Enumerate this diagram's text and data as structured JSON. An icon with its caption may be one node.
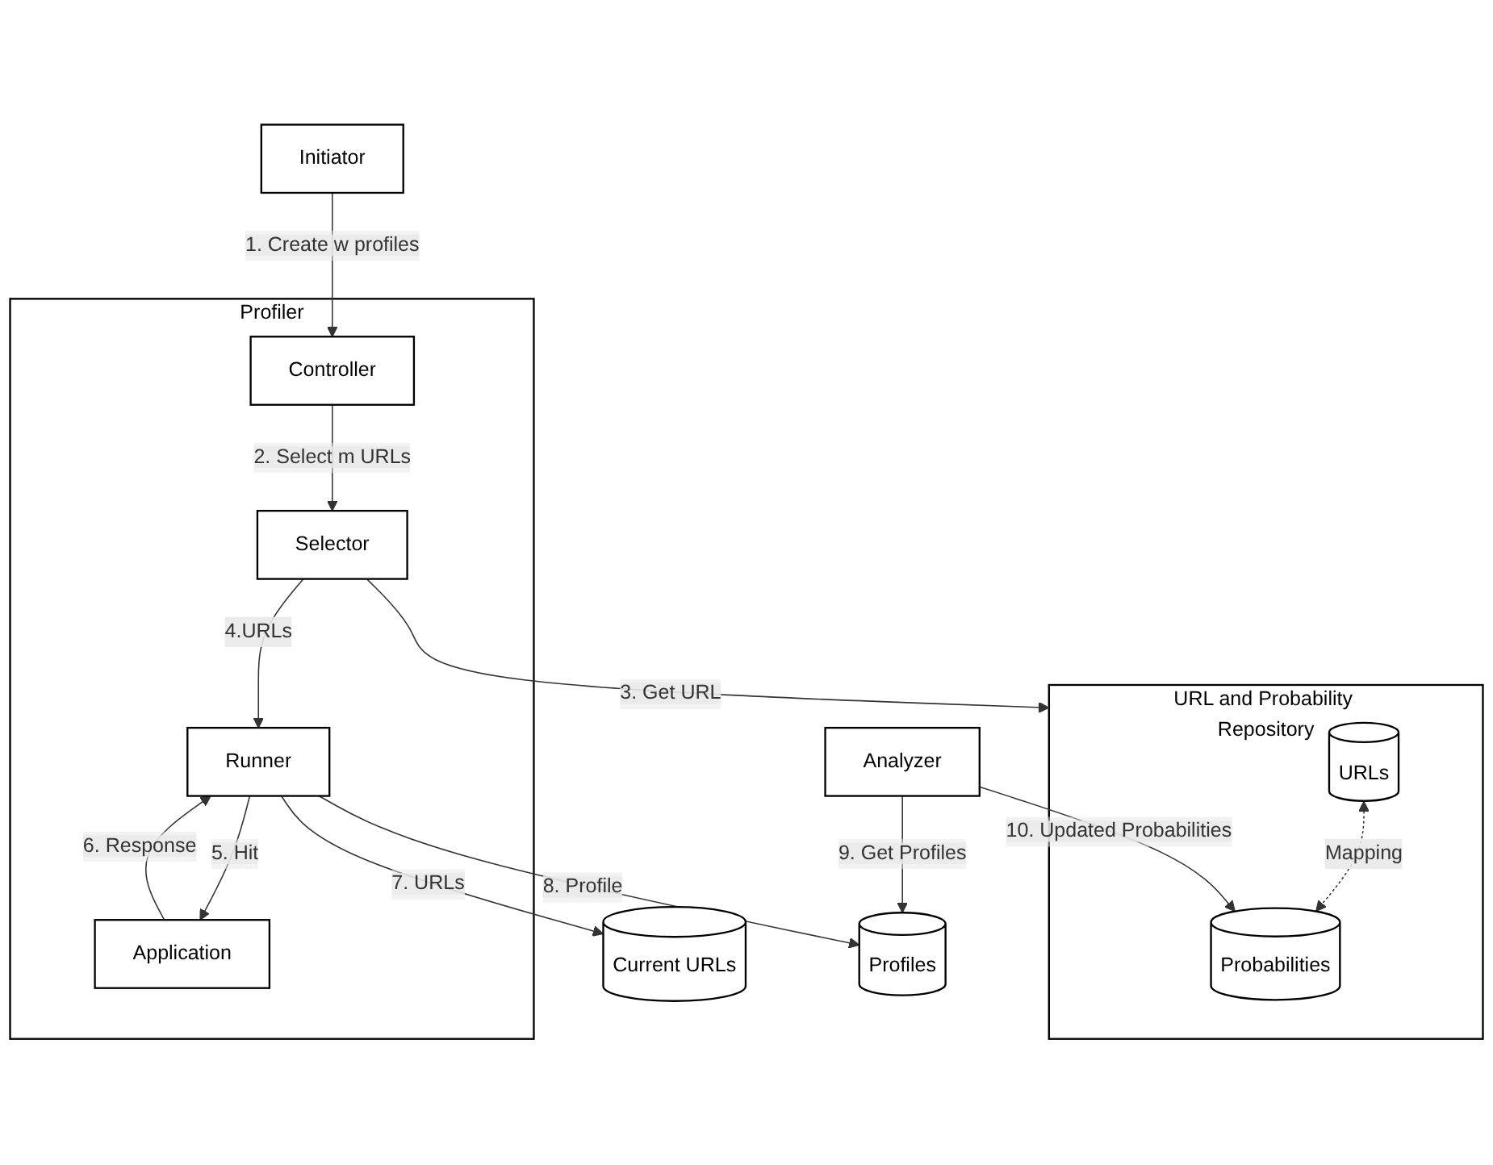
{
  "diagram": {
    "nodes": [
      {
        "text": [
          "URL and Probability Repository"
        ]
      },
      {
        "text": [
          "URLs"
        ],
        "in": 0
      },
      {
        "text": [
          "Probabilities"
        ],
        "in": 0
      },
      {
        "text": [
          "Analyzer"
        ]
      },
      {
        "text": [
          "Profiler"
        ]
      },
      {
        "text": [
          "Initiator"
        ]
      },
      {
        "text": [
          "Controller"
        ],
        "in": 4
      },
      {
        "text": [
          "Selector"
        ],
        "in": 4
      },
      {
        "text": [
          "Current URLs"
        ]
      },
      {
        "text": [
          "Application"
        ],
        "in": 4
      },
      {
        "text": [
          "Runner"
        ],
        "in": 4
      },
      {
        "text": [
          "Profiles"
        ]
      }
    ],
    "edges": [
      {
        "from": 1,
        "to": 2,
        "arrow": "both",
        "label": "Mapping",
        "style": "dashed"
      },
      {
        "from": 3,
        "to": 2,
        "arrow": "to",
        "label": "10. Updated Probabilities"
      },
      {
        "from": 7,
        "to": 0,
        "arrow": "to",
        "label": "3. Get URL"
      },
      {
        "from": 5,
        "to": 6,
        "arrow": "to",
        "label": "1. Create w profiles"
      },
      {
        "from": 6,
        "to": 7,
        "arrow": "to",
        "label": "2. Select m URLs"
      },
      {
        "from": 7,
        "to": 10,
        "arrow": "to",
        "label": "4.URLs"
      },
      {
        "from": 10,
        "to": 9,
        "arrow": "to",
        "label": "5. Hit"
      },
      {
        "from": 9,
        "to": 10,
        "arrow": "to",
        "label": "6. Response"
      },
      {
        "from": 10,
        "to": 8,
        "arrow": "to",
        "label": "7. URLs"
      },
      {
        "from": 10,
        "to": 11,
        "arrow": "to",
        "label": "8. Profile"
      },
      {
        "from": 3,
        "to": 11,
        "arrow": "to",
        "label": "9. Get Profiles"
      }
    ]
  }
}
